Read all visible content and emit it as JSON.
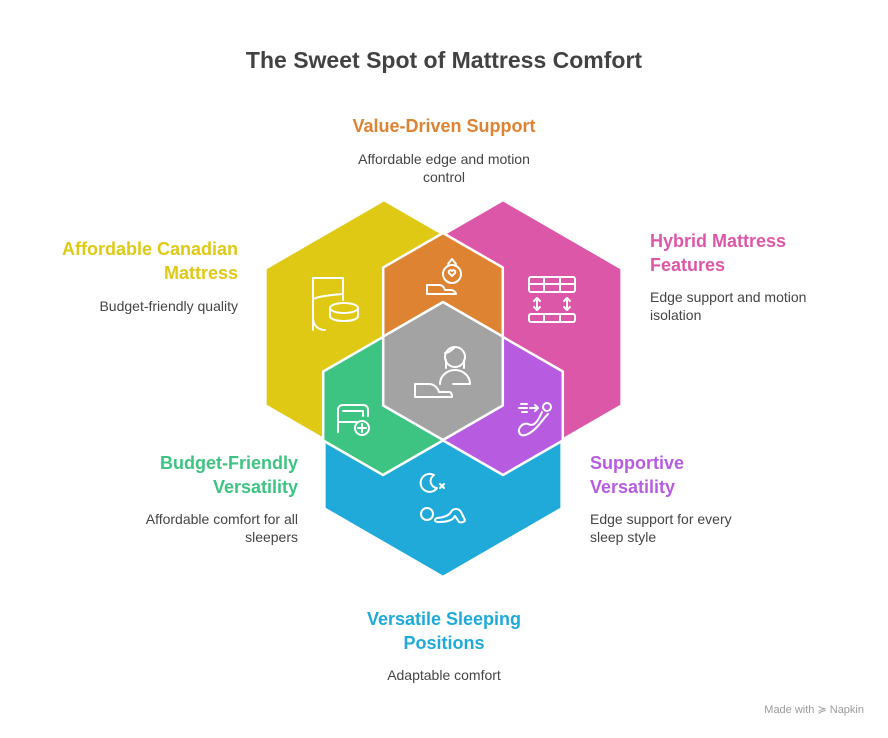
{
  "title": "The Sweet Spot of Mattress Comfort",
  "colors": {
    "yellow": "#E0C915",
    "pink": "#DD57A8",
    "blue": "#1FAAD9",
    "orange": "#DE8332",
    "green": "#3DC482",
    "purple": "#B75CE1",
    "gray": "#A3A3A3"
  },
  "sections": {
    "value": {
      "title": "Value-Driven Support",
      "desc1": "Affordable edge and motion",
      "desc2": "control",
      "icon": "money-bag-hand-icon"
    },
    "canadian": {
      "title1": "Affordable Canadian",
      "title2": "Mattress",
      "desc1": "Budget-friendly quality",
      "icon": "coins-icon"
    },
    "hybrid": {
      "title1": "Hybrid Mattress",
      "title2": "Features",
      "desc1": "Edge support and motion",
      "desc2": "isolation",
      "icon": "mattress-layers-icon"
    },
    "budget": {
      "title1": "Budget-Friendly",
      "title2": "Versatility",
      "desc1": "Affordable comfort for all",
      "desc2": "sleepers",
      "icon": "bed-plus-icon"
    },
    "supportive": {
      "title1": "Supportive",
      "title2": "Versatility",
      "desc1": "Edge support for every",
      "desc2": "sleep style",
      "icon": "sleeper-motion-icon"
    },
    "positions": {
      "title1": "Versatile Sleeping",
      "title2": "Positions",
      "desc1": "Adaptable comfort",
      "icon": "sleep-position-icon"
    },
    "center": {
      "icon": "person-with-hand-icon"
    }
  },
  "footer": "Made with ≽ Napkin"
}
